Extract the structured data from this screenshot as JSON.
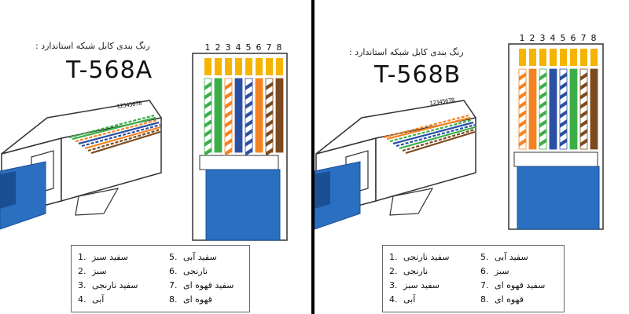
{
  "panels": [
    {
      "caption": "رنگ بندی کابل شبکه استاندارد :",
      "standard": "T-568A",
      "pin_numbers": [
        "1",
        "2",
        "3",
        "4",
        "5",
        "6",
        "7",
        "8"
      ],
      "small_numbers": "12345678",
      "wires": [
        {
          "base": "#3cae49",
          "stripe": true
        },
        {
          "base": "#3cae49",
          "stripe": false
        },
        {
          "base": "#f58220",
          "stripe": true
        },
        {
          "base": "#2b4fa3",
          "stripe": false
        },
        {
          "base": "#2b4fa3",
          "stripe": true
        },
        {
          "base": "#f58220",
          "stripe": false
        },
        {
          "base": "#7b4a1e",
          "stripe": true
        },
        {
          "base": "#7b4a1e",
          "stripe": false
        }
      ],
      "legend": [
        {
          "num": "1.",
          "label": "سفید سبز"
        },
        {
          "num": "2.",
          "label": "سبز"
        },
        {
          "num": "3.",
          "label": "سفید نارنجی"
        },
        {
          "num": "4.",
          "label": "آبی"
        },
        {
          "num": "5.",
          "label": "سفید آبی"
        },
        {
          "num": "6.",
          "label": "نارنجی"
        },
        {
          "num": "7.",
          "label": "سفید قهوه ای"
        },
        {
          "num": "8.",
          "label": "قهوه ای"
        }
      ]
    },
    {
      "caption": "رنگ بندی کابل شبکه استاندارد :",
      "standard": "T-568B",
      "pin_numbers": [
        "1",
        "2",
        "3",
        "4",
        "5",
        "6",
        "7",
        "8"
      ],
      "small_numbers": "12345678",
      "wires": [
        {
          "base": "#f58220",
          "stripe": true
        },
        {
          "base": "#f58220",
          "stripe": false
        },
        {
          "base": "#3cae49",
          "stripe": true
        },
        {
          "base": "#2b4fa3",
          "stripe": false
        },
        {
          "base": "#2b4fa3",
          "stripe": true
        },
        {
          "base": "#3cae49",
          "stripe": false
        },
        {
          "base": "#7b4a1e",
          "stripe": true
        },
        {
          "base": "#7b4a1e",
          "stripe": false
        }
      ],
      "legend": [
        {
          "num": "1.",
          "label": "سفید نارنجی"
        },
        {
          "num": "2.",
          "label": "نارنجی"
        },
        {
          "num": "3.",
          "label": "سفید سبز"
        },
        {
          "num": "4.",
          "label": "آبی"
        },
        {
          "num": "5.",
          "label": "سفید آبی"
        },
        {
          "num": "6.",
          "label": "سبز"
        },
        {
          "num": "7.",
          "label": "سفید قهوه ای"
        },
        {
          "num": "8.",
          "label": "قهوه ای"
        }
      ]
    }
  ],
  "colors": {
    "cable_blue": "#2a6fc0",
    "cable_dark": "#1b4f93",
    "gold": "#f5b400",
    "plug_outline": "#333333"
  }
}
